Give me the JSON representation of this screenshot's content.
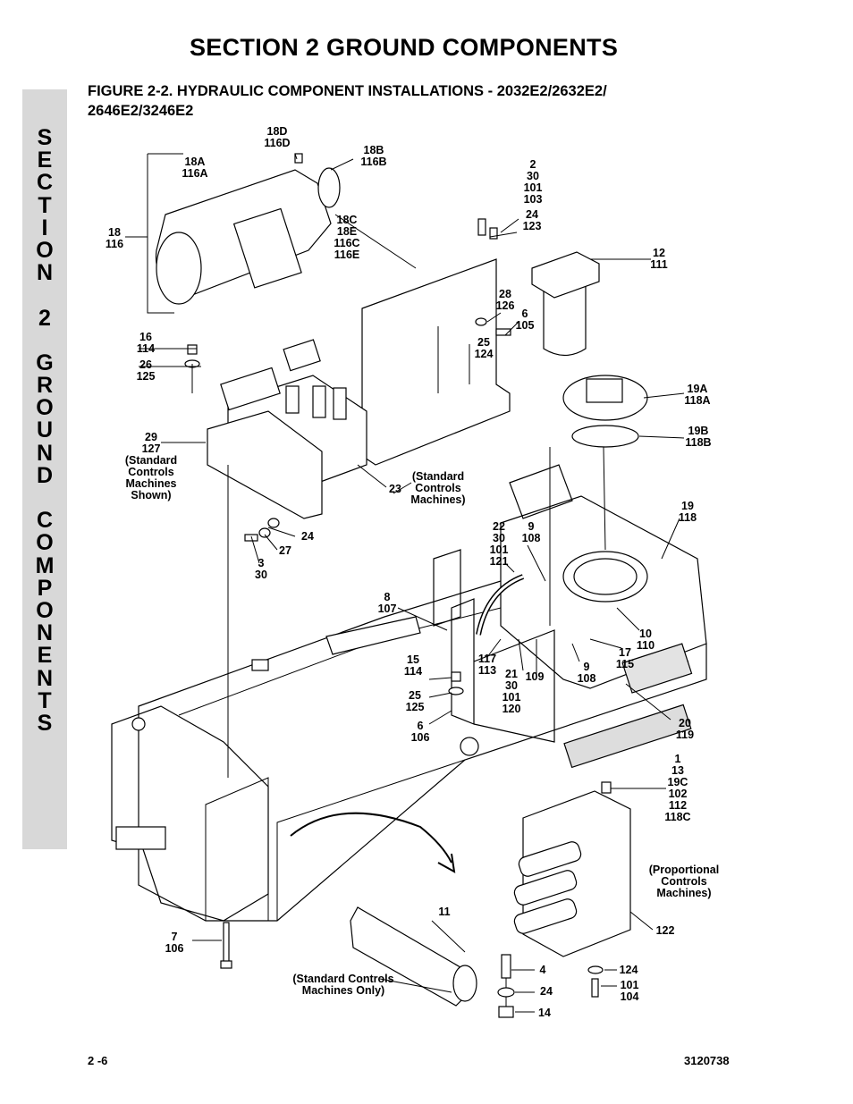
{
  "header": {
    "section_title": "SECTION 2   GROUND COMPONENTS",
    "figure_title_line1": "FIGURE 2-2.   HYDRAULIC COMPONENT INSTALLATIONS - 2032E2/2632E2/",
    "figure_title_line2": "2646E2/3246E2"
  },
  "side_tab": {
    "letters": [
      "S",
      "E",
      "C",
      "T",
      "I",
      "O",
      "N",
      "",
      "2",
      "",
      "G",
      "R",
      "O",
      "U",
      "N",
      "D",
      "",
      "C",
      "O",
      "M",
      "P",
      "O",
      "N",
      "E",
      "N",
      "T",
      "S"
    ]
  },
  "callouts": [
    {
      "id": "c18d",
      "lines": [
        "18D",
        "116D"
      ]
    },
    {
      "id": "c18b",
      "lines": [
        "18B",
        "116B"
      ]
    },
    {
      "id": "c18a",
      "lines": [
        "18A",
        "116A"
      ]
    },
    {
      "id": "c18",
      "lines": [
        "18",
        "116"
      ]
    },
    {
      "id": "c18c",
      "lines": [
        "18C",
        "18E",
        "116C",
        "116E"
      ]
    },
    {
      "id": "c2",
      "lines": [
        "2",
        "30",
        "101",
        "103"
      ]
    },
    {
      "id": "c24a",
      "lines": [
        "24",
        "123"
      ]
    },
    {
      "id": "c12",
      "lines": [
        "12",
        "111"
      ]
    },
    {
      "id": "c28",
      "lines": [
        "28",
        "126"
      ]
    },
    {
      "id": "c6a",
      "lines": [
        "6",
        "105"
      ]
    },
    {
      "id": "c25a",
      "lines": [
        "25",
        "124"
      ]
    },
    {
      "id": "c16",
      "lines": [
        "16",
        "114"
      ]
    },
    {
      "id": "c26",
      "lines": [
        "26",
        "125"
      ]
    },
    {
      "id": "c19a",
      "lines": [
        "19A",
        "118A"
      ]
    },
    {
      "id": "c19b",
      "lines": [
        "19B",
        "118B"
      ]
    },
    {
      "id": "c29",
      "lines": [
        "29",
        "127",
        "(Standard",
        "Controls",
        "Machines",
        "Shown)"
      ]
    },
    {
      "id": "c23",
      "lines": [
        "23"
      ]
    },
    {
      "id": "cstd1",
      "lines": [
        "(Standard",
        "Controls",
        "Machines)"
      ]
    },
    {
      "id": "c19",
      "lines": [
        "19",
        "118"
      ]
    },
    {
      "id": "c24b",
      "lines": [
        "24"
      ]
    },
    {
      "id": "c27",
      "lines": [
        "27"
      ]
    },
    {
      "id": "c3",
      "lines": [
        "3",
        "30"
      ]
    },
    {
      "id": "c22",
      "lines": [
        "22",
        "30",
        "101",
        "121"
      ]
    },
    {
      "id": "c9a",
      "lines": [
        "9",
        "108"
      ]
    },
    {
      "id": "c8",
      "lines": [
        "8",
        "107"
      ]
    },
    {
      "id": "c10",
      "lines": [
        "10",
        "110"
      ]
    },
    {
      "id": "c17",
      "lines": [
        "17",
        "115"
      ]
    },
    {
      "id": "c117",
      "lines": [
        "117",
        "113"
      ]
    },
    {
      "id": "c21",
      "lines": [
        "21",
        "30",
        "101",
        "120"
      ]
    },
    {
      "id": "c109",
      "lines": [
        "109"
      ]
    },
    {
      "id": "c9b",
      "lines": [
        "9",
        "108"
      ]
    },
    {
      "id": "c15",
      "lines": [
        "15",
        "114"
      ]
    },
    {
      "id": "c25b",
      "lines": [
        "25",
        "125"
      ]
    },
    {
      "id": "c6b",
      "lines": [
        "6",
        "106"
      ]
    },
    {
      "id": "c20",
      "lines": [
        "20",
        "119"
      ]
    },
    {
      "id": "c1",
      "lines": [
        "1",
        "13",
        "19C",
        "102",
        "112",
        "118C"
      ]
    },
    {
      "id": "cprop",
      "lines": [
        "(Proportional",
        "Controls",
        "Machines)"
      ]
    },
    {
      "id": "c11",
      "lines": [
        "11"
      ]
    },
    {
      "id": "c122",
      "lines": [
        "122"
      ]
    },
    {
      "id": "c7",
      "lines": [
        "7",
        "106"
      ]
    },
    {
      "id": "cstd2",
      "lines": [
        "(Standard Controls",
        "Machines Only)"
      ]
    },
    {
      "id": "c4",
      "lines": [
        "4"
      ]
    },
    {
      "id": "c24c",
      "lines": [
        "24"
      ]
    },
    {
      "id": "c14",
      "lines": [
        "14"
      ]
    },
    {
      "id": "c124",
      "lines": [
        "124"
      ]
    },
    {
      "id": "c101",
      "lines": [
        "101",
        "104"
      ]
    }
  ],
  "footer": {
    "page_number": "2 -6",
    "doc_number": "3120738"
  }
}
